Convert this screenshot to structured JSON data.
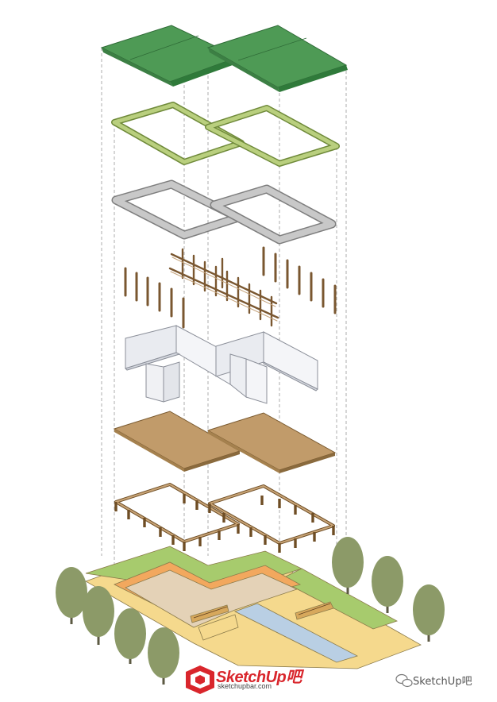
{
  "layers": [
    {
      "name": "roof-panels",
      "color": "#4e9a55",
      "edge": "#2f6b37"
    },
    {
      "name": "roof-frame",
      "color": "#a9c26d",
      "edge": "#6f8a3a"
    },
    {
      "name": "concrete-ring-beam",
      "color": "#c8c8c8",
      "edge": "#7e7e7e"
    },
    {
      "name": "timber-columns-and-rails",
      "color": "#a67c4a",
      "edge": "#5f4020"
    },
    {
      "name": "wall-panels",
      "color": "#eceef3",
      "edge": "#8b8f99"
    },
    {
      "name": "floor-slabs",
      "color": "#c19b6a",
      "edge": "#7a5a30"
    },
    {
      "name": "foundation-frame",
      "color": "#c8a477",
      "edge": "#6e4d24"
    },
    {
      "name": "site-base",
      "color": "#f5d98d",
      "edge": "#8a7a4a"
    }
  ],
  "site_colors": {
    "grass": "#a7cb6d",
    "path": "#f2a85e",
    "courtyard": "#e4d2b7",
    "water": "#b9cfe4",
    "tree_foliage": "#8c9a68",
    "tree_trunk": "#5c5a43"
  },
  "branding": {
    "logo_text": "SketchUp",
    "logo_suffix": "吧",
    "logo_url_text": "sketchupbar.com",
    "logo_color": "#d9262c",
    "wechat_label": "SketchUp吧"
  }
}
